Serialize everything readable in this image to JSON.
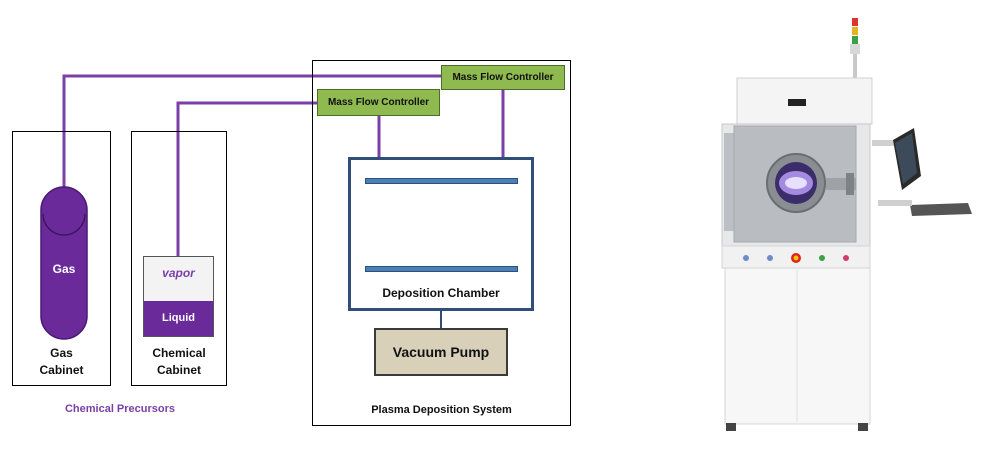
{
  "gas_cabinet": {
    "cylinder_label": "Gas",
    "label_line1": "Gas",
    "label_line2": "Cabinet"
  },
  "chemical_cabinet": {
    "vapor_label": "vapor",
    "liquid_label": "Liquid",
    "label_line1": "Chemical",
    "label_line2": "Cabinet"
  },
  "group_caption": "Chemical Precursors",
  "plasma_system": {
    "mfc_upper": "Mass Flow Controller",
    "mfc_lower": "Mass Flow Controller",
    "chamber_label": "Deposition Chamber",
    "pump_label": "Vacuum Pump",
    "system_label": "Plasma Deposition System"
  },
  "colors": {
    "gas_line": "#7b3fa7",
    "cylinder": "#6a2a9a",
    "mfc": "#8fba4f",
    "chamber": "#2f4f79",
    "electrode": "#4a7fb8",
    "pump": "#d9d0ba",
    "caption": "#7a3fa8"
  }
}
